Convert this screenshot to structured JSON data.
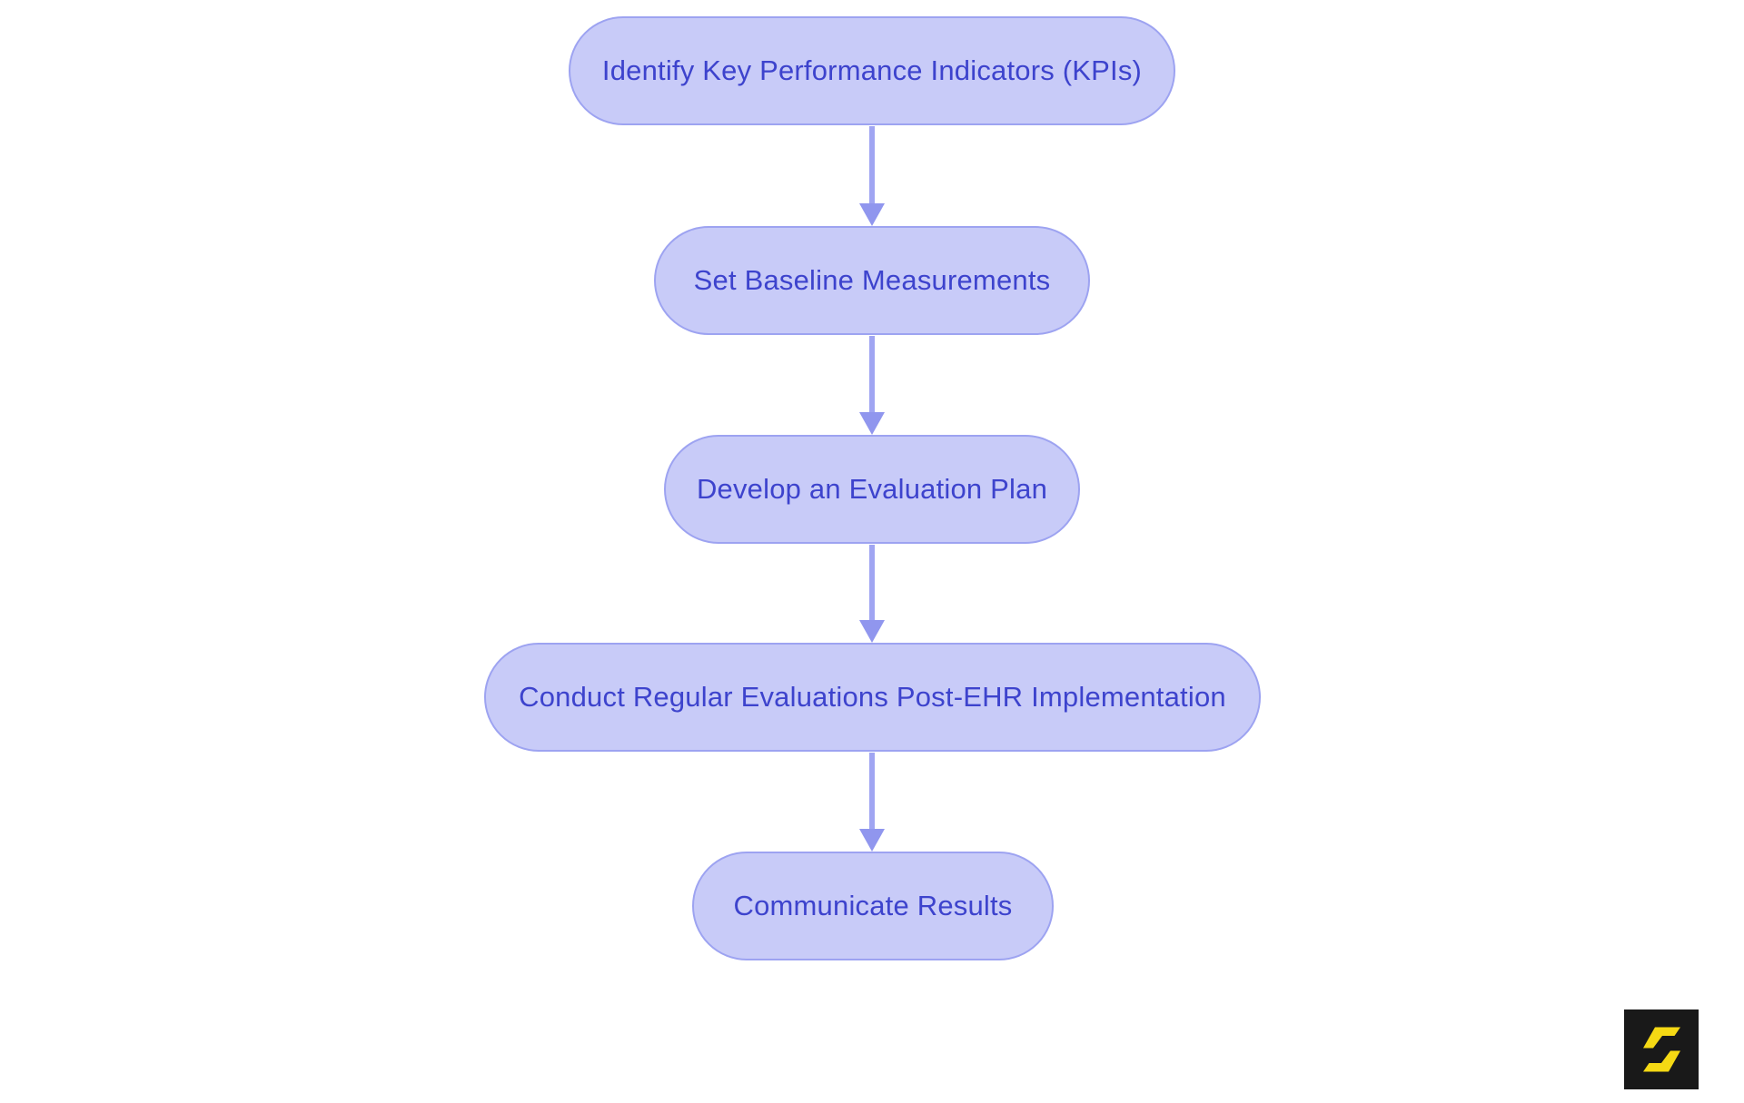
{
  "flowchart": {
    "type": "flowchart",
    "direction": "top-to-bottom",
    "nodes": [
      {
        "id": 1,
        "label": "Identify Key Performance Indicators (KPIs)"
      },
      {
        "id": 2,
        "label": "Set Baseline Measurements"
      },
      {
        "id": 3,
        "label": "Develop an Evaluation Plan"
      },
      {
        "id": 4,
        "label": "Conduct Regular Evaluations Post-EHR Implementation"
      },
      {
        "id": 5,
        "label": "Communicate Results"
      }
    ],
    "edges": [
      {
        "from": 1,
        "to": 2
      },
      {
        "from": 2,
        "to": 3
      },
      {
        "from": 3,
        "to": 4
      },
      {
        "from": 4,
        "to": 5
      }
    ],
    "colors": {
      "node_fill": "#c8cbf8",
      "node_border": "#9da3f1",
      "node_text": "#3d43cd",
      "arrow_shaft": "#a0a5f2",
      "arrow_head": "#9096ee",
      "canvas_bg": "#ffffff"
    }
  },
  "logo": {
    "icon": "s-logo-icon",
    "glyph": "S",
    "colors": {
      "logo_bg": "#191919",
      "logo_fg": "#f5d914"
    }
  }
}
